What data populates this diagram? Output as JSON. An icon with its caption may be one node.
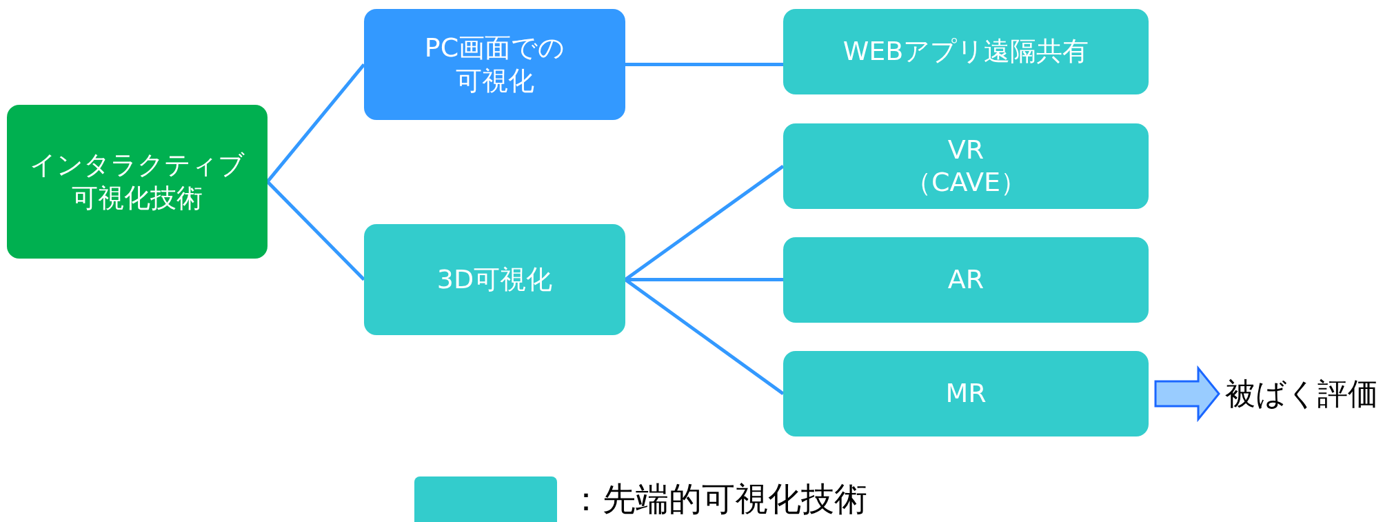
{
  "diagram": {
    "nodes": [
      {
        "text": [
          "インタラクティブ可視化技術"
        ]
      },
      {
        "text": [
          "PC画面での可視化"
        ]
      },
      {
        "text": [
          "3D可視化"
        ]
      },
      {
        "text": [
          "WEBアプリ遠隔共有"
        ]
      },
      {
        "text": [
          "VR",
          "（CAVE）"
        ]
      },
      {
        "text": [
          "AR"
        ]
      },
      {
        "text": [
          "MR"
        ]
      },
      {
        "text": [
          "被ばく評価"
        ]
      }
    ],
    "edges": [
      {
        "from": 0,
        "to": 1,
        "arrow": "none"
      },
      {
        "from": 0,
        "to": 2,
        "arrow": "none"
      },
      {
        "from": 1,
        "to": 3,
        "arrow": "none"
      },
      {
        "from": 2,
        "to": 4,
        "arrow": "none"
      },
      {
        "from": 2,
        "to": 5,
        "arrow": "none"
      },
      {
        "from": 2,
        "to": 6,
        "arrow": "none"
      },
      {
        "from": 6,
        "to": 7,
        "arrow": "to",
        "style": "thick",
        "color": "#99ccff"
      }
    ],
    "legend": [
      {
        "text": "：先端的可視化技術",
        "color": "#33cccc"
      }
    ]
  }
}
